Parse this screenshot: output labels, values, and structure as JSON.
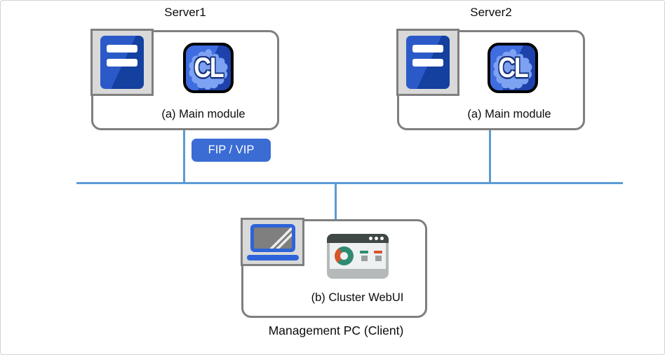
{
  "servers": [
    {
      "title": "Server1",
      "module_label": "(a) Main module"
    },
    {
      "title": "Server2",
      "module_label": "(a) Main module"
    }
  ],
  "badge": {
    "label": "FIP / VIP",
    "bg_color": "#3b6cd4",
    "text_color": "#ffffff"
  },
  "management": {
    "label": "(b) Cluster WebUI",
    "caption": "Management  PC (Client)"
  },
  "cl_logo": {
    "text": "CL"
  },
  "colors": {
    "network_line": "#5b9bd5",
    "box_border": "#7f7f7f",
    "icon_frame_bg": "#d9d9d9",
    "server_blue": "#2b5ac8",
    "server_blue_dark": "#14409f",
    "cl_bg_light": "#3f6cdf",
    "cl_bg_dark": "#1d42ab",
    "cl_blob": "#7ea2f2",
    "laptop_blue": "#2e63d9",
    "browser_topbar": "#3f4845",
    "donut_teal": "#2e8b72",
    "donut_red": "#d9532c"
  },
  "icons": [
    "rack-server-icon",
    "cl-cluster-software-icon",
    "laptop-icon",
    "webui-dashboard-icon"
  ]
}
